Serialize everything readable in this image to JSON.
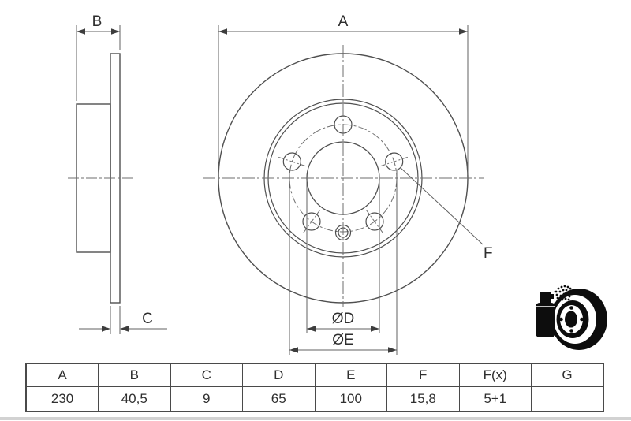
{
  "drawing": {
    "labels": {
      "a": "A",
      "b": "B",
      "c": "C",
      "d": "ØD",
      "e": "ØE",
      "f": "F"
    }
  },
  "spec_table": {
    "headers": [
      "A",
      "B",
      "C",
      "D",
      "E",
      "F",
      "F(x)",
      "G"
    ],
    "values": [
      "230",
      "40,5",
      "9",
      "65",
      "100",
      "15,8",
      "5+1",
      ""
    ]
  },
  "icon": {
    "name": "spray-coated-brake-disc"
  },
  "colors": {
    "background": "#ffffff",
    "outline": "#4f4f4f",
    "dimension_line": "#606060",
    "centerline": "#6e6e6e",
    "text": "#2e2e2e",
    "table_border": "#4a4a4a",
    "icon_fill": "#0d0d0d",
    "bottom_strip": "#d2d2d2"
  }
}
